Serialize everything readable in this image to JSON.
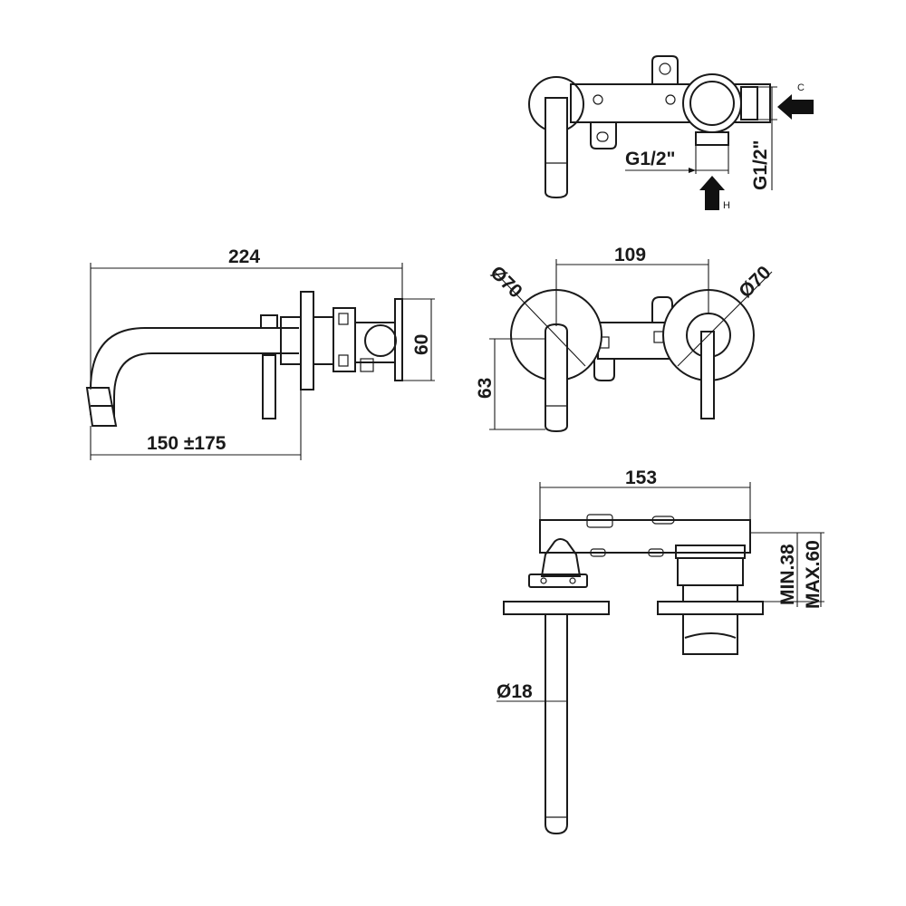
{
  "dimensions": {
    "top_g12_horizontal": "G1/2\"",
    "top_g12_vertical": "G1/2\"",
    "cold_inlet": "C",
    "hot_inlet": "H",
    "side_length": "224",
    "side_height": "60",
    "side_projection": "150 ±175",
    "front_spacing": "109",
    "front_dia_left": "Ø70",
    "front_dia_right": "Ø70",
    "front_height": "63",
    "bottom_width": "153",
    "bottom_min": "MIN.38",
    "bottom_max": "MAX.60",
    "bottom_spout_dia": "Ø18"
  },
  "colors": {
    "line": "#1a1a1a",
    "background": "#ffffff"
  }
}
